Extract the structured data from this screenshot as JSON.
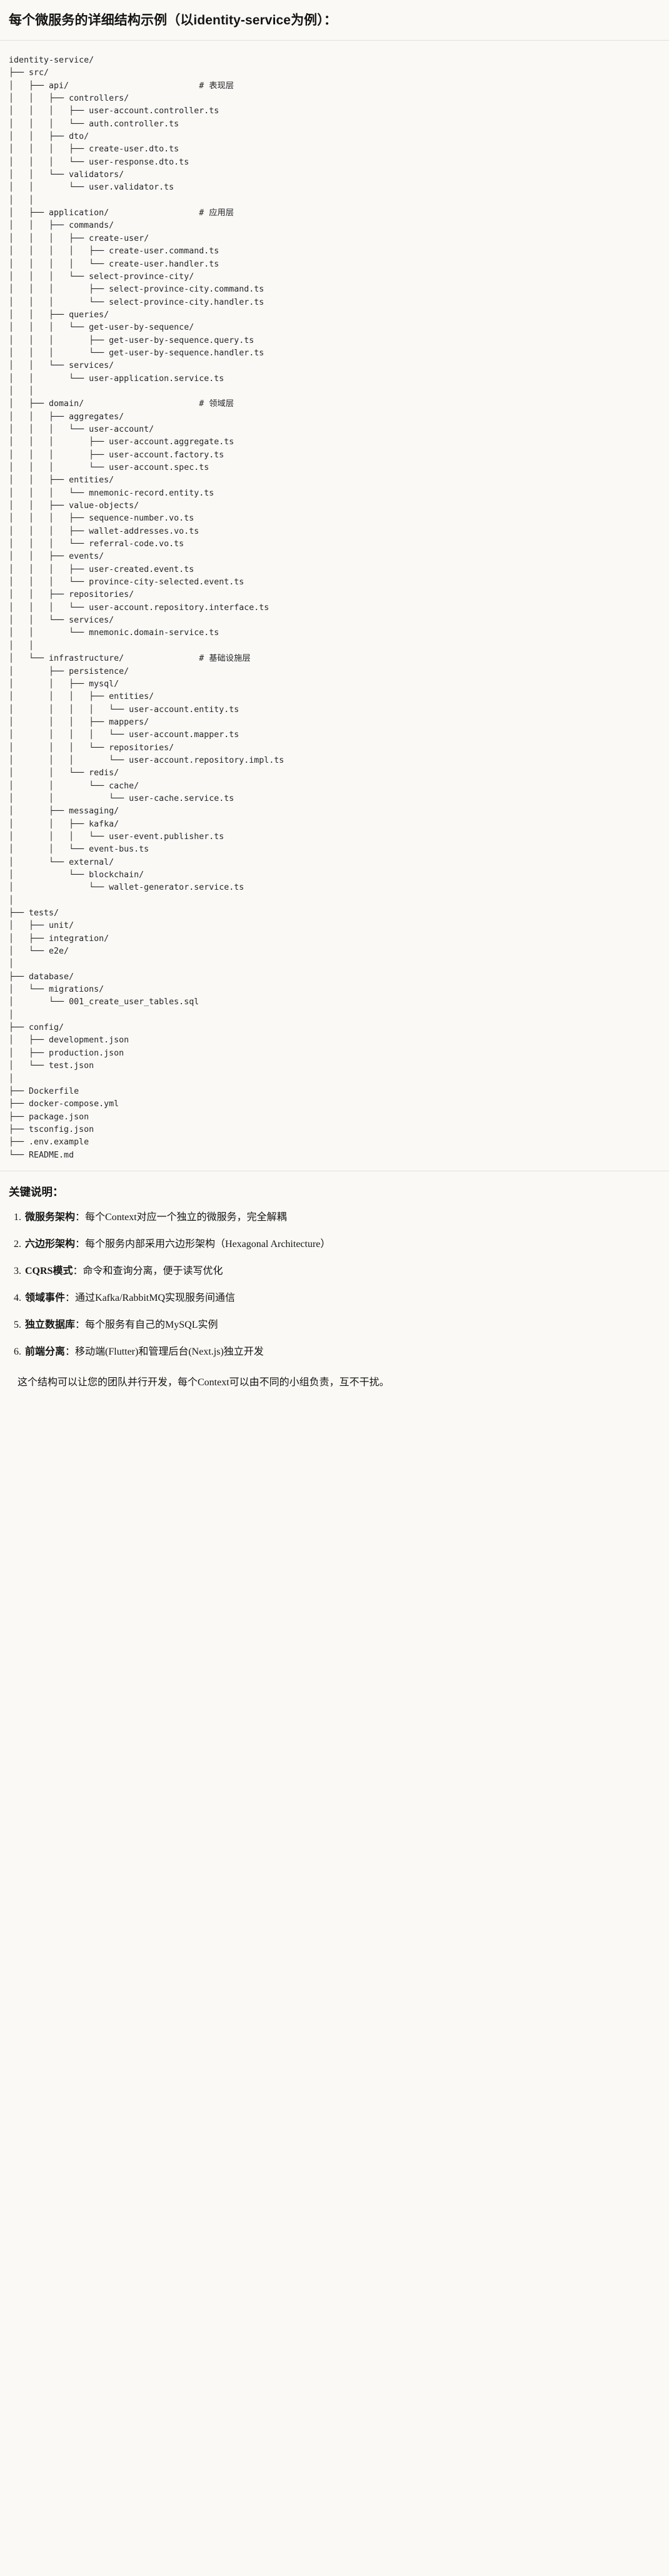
{
  "header": {
    "title": "每个微服务的详细结构示例（以identity-service为例）："
  },
  "tree": {
    "root_label": "identity-service/",
    "text": "identity-service/\n├── src/\n│   ├── api/                          # 表现层\n│   │   ├── controllers/\n│   │   │   ├── user-account.controller.ts\n│   │   │   └── auth.controller.ts\n│   │   ├── dto/\n│   │   │   ├── create-user.dto.ts\n│   │   │   └── user-response.dto.ts\n│   │   └── validators/\n│   │       └── user.validator.ts\n│   │\n│   ├── application/                  # 应用层\n│   │   ├── commands/\n│   │   │   ├── create-user/\n│   │   │   │   ├── create-user.command.ts\n│   │   │   │   └── create-user.handler.ts\n│   │   │   └── select-province-city/\n│   │   │       ├── select-province-city.command.ts\n│   │   │       └── select-province-city.handler.ts\n│   │   ├── queries/\n│   │   │   └── get-user-by-sequence/\n│   │   │       ├── get-user-by-sequence.query.ts\n│   │   │       └── get-user-by-sequence.handler.ts\n│   │   └── services/\n│   │       └── user-application.service.ts\n│   │\n│   ├── domain/                       # 领域层\n│   │   ├── aggregates/\n│   │   │   └── user-account/\n│   │   │       ├── user-account.aggregate.ts\n│   │   │       ├── user-account.factory.ts\n│   │   │       └── user-account.spec.ts\n│   │   ├── entities/\n│   │   │   └── mnemonic-record.entity.ts\n│   │   ├── value-objects/\n│   │   │   ├── sequence-number.vo.ts\n│   │   │   ├── wallet-addresses.vo.ts\n│   │   │   └── referral-code.vo.ts\n│   │   ├── events/\n│   │   │   ├── user-created.event.ts\n│   │   │   └── province-city-selected.event.ts\n│   │   ├── repositories/\n│   │   │   └── user-account.repository.interface.ts\n│   │   └── services/\n│   │       └── mnemonic.domain-service.ts\n│   │\n│   └── infrastructure/               # 基础设施层\n│       ├── persistence/\n│       │   ├── mysql/\n│       │   │   ├── entities/\n│       │   │   │   └── user-account.entity.ts\n│       │   │   ├── mappers/\n│       │   │   │   └── user-account.mapper.ts\n│       │   │   └── repositories/\n│       │   │       └── user-account.repository.impl.ts\n│       │   └── redis/\n│       │       └── cache/\n│       │           └── user-cache.service.ts\n│       ├── messaging/\n│       │   ├── kafka/\n│       │   │   └── user-event.publisher.ts\n│       │   └── event-bus.ts\n│       └── external/\n│           └── blockchain/\n│               └── wallet-generator.service.ts\n│\n├── tests/\n│   ├── unit/\n│   ├── integration/\n│   └── e2e/\n│\n├── database/\n│   └── migrations/\n│       └── 001_create_user_tables.sql\n│\n├── config/\n│   ├── development.json\n│   ├── production.json\n│   └── test.json\n│\n├── Dockerfile\n├── docker-compose.yml\n├── package.json\n├── tsconfig.json\n├── .env.example\n└── README.md",
    "layer_comments": [
      {
        "path": "src/api/",
        "comment": "# 表现层"
      },
      {
        "path": "src/application/",
        "comment": "# 应用层"
      },
      {
        "path": "src/domain/",
        "comment": "# 领域层"
      },
      {
        "path": "src/infrastructure/",
        "comment": "# 基础设施层"
      }
    ]
  },
  "notes": {
    "title": "关键说明：",
    "items": [
      {
        "lead": "微服务架构",
        "body": "：每个Context对应一个独立的微服务，完全解耦"
      },
      {
        "lead": "六边形架构",
        "body": "：每个服务内部采用六边形架构（Hexagonal Architecture）"
      },
      {
        "lead": "CQRS模式",
        "body": "：命令和查询分离，便于读写优化"
      },
      {
        "lead": "领域事件",
        "body": "：通过Kafka/RabbitMQ实现服务间通信"
      },
      {
        "lead": "独立数据库",
        "body": "：每个服务有自己的MySQL实例"
      },
      {
        "lead": "前端分离",
        "body": "：移动端(Flutter)和管理后台(Next.js)独立开发"
      }
    ],
    "footer": "这个结构可以让您的团队并行开发，每个Context可以由不同的小组负责，互不干扰。"
  },
  "colors": {
    "background": "#faf9f6",
    "text": "#141413",
    "code_text": "#26262a",
    "rule": "#e3e1da"
  }
}
